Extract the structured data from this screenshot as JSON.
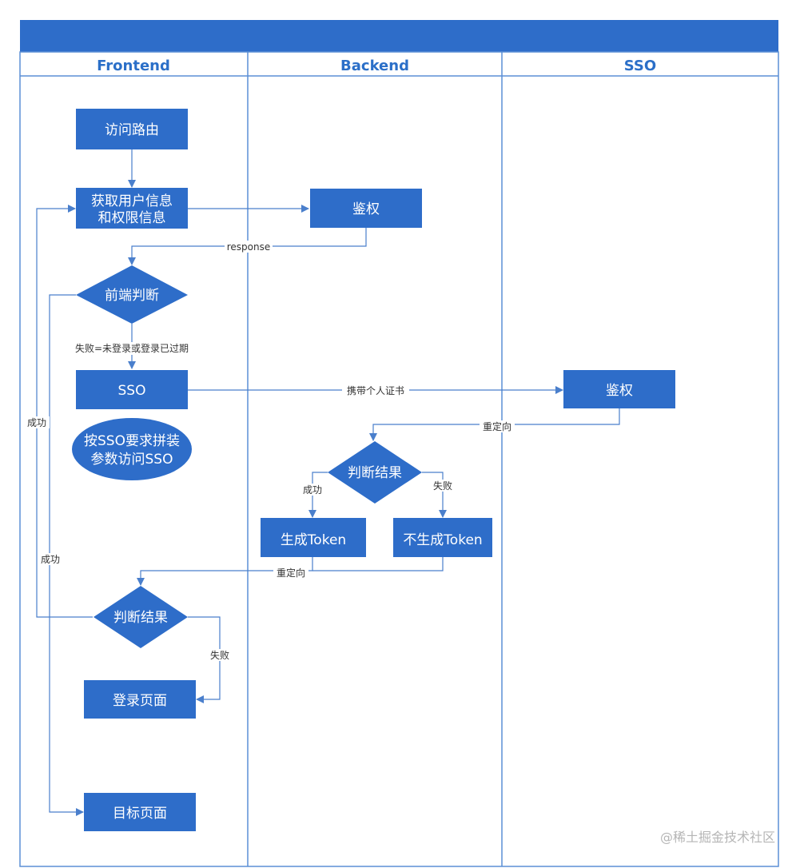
{
  "diagram": {
    "lanes": [
      {
        "id": "frontend",
        "title": "Frontend"
      },
      {
        "id": "backend",
        "title": "Backend"
      },
      {
        "id": "sso",
        "title": "SSO"
      }
    ],
    "nodes": {
      "visit_route": "访问路由",
      "get_user_info_line1": "获取用户信息",
      "get_user_info_line2": "和权限信息",
      "backend_auth": "鉴权",
      "frontend_judge": "前端判断",
      "sso_step": "SSO",
      "assemble_line1": "按SSO要求拼装",
      "assemble_line2": "参数访问SSO",
      "sso_auth": "鉴权",
      "judge_result_backend": "判断结果",
      "gen_token": "生成Token",
      "no_token": "不生成Token",
      "judge_result_frontend": "判断结果",
      "login_page": "登录页面",
      "target_page": "目标页面"
    },
    "edge_labels": {
      "response": "response",
      "fail_not_logged": "失败=未登录或登录已过期",
      "carry_cert": "携带个人证书",
      "redirect_1": "重定向",
      "success_backend": "成功",
      "fail_backend": "失败",
      "redirect_2": "重定向",
      "success_left": "成功",
      "success_left2": "成功",
      "fail_frontend": "失败"
    },
    "colors": {
      "header": "#2e6dc9",
      "node": "#2e6dc9",
      "border": "#5b8fd6",
      "edge": "#4a7fcc",
      "lane_title": "#2b6fc8"
    },
    "watermark": "@稀土掘金技术社区"
  }
}
